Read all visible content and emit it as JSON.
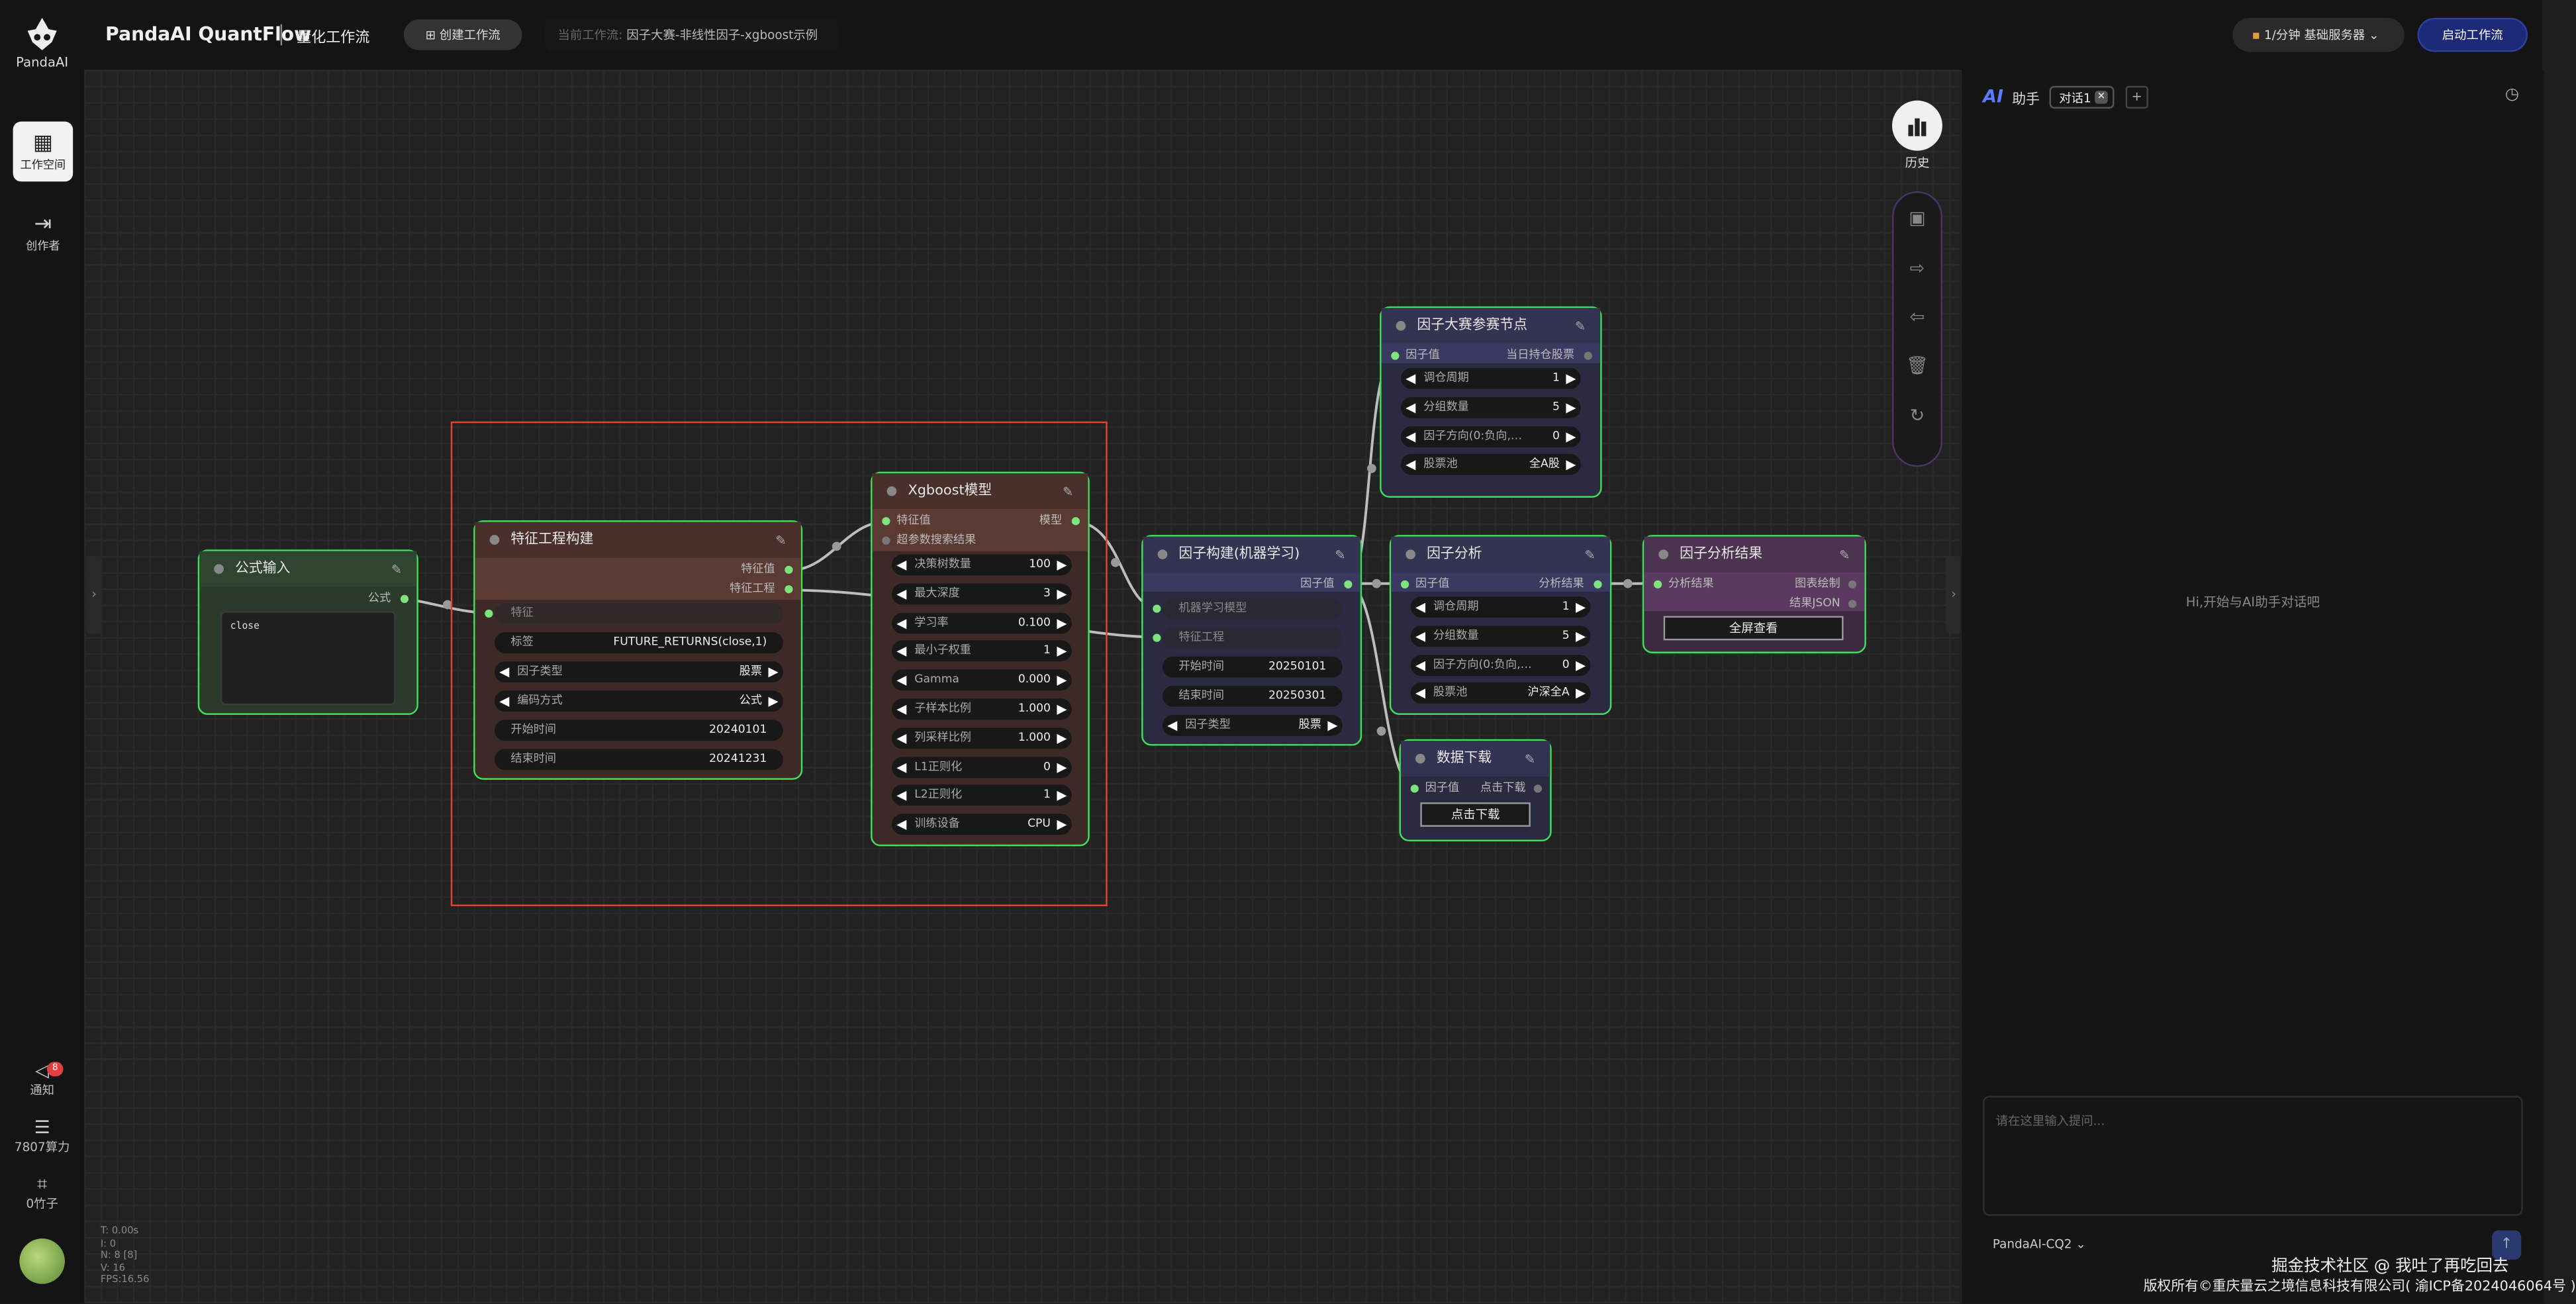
{
  "app": {
    "logo_text": "PandaAI",
    "title": "PandaAI QuantFlow",
    "subtitle": "量化工作流"
  },
  "topbar": {
    "create_label": "创建工作流",
    "current_key": "当前工作流:",
    "current_value": "因子大赛-非线性因子-xgboost示例",
    "server_label": "1/分钟  基础服务器",
    "start_label": "启动工作流"
  },
  "rail": {
    "workspace": "工作空间",
    "creator": "创作者",
    "notify": "通知",
    "notify_badge": "8",
    "compute": "7807算力",
    "bamboo": "0竹子"
  },
  "stats": [
    "T: 0.00s",
    "I: 0",
    "N: 8 [8]",
    "V: 16",
    "FPS:16.56"
  ],
  "toolbar": {
    "history": "历史"
  },
  "nodes": {
    "formula": {
      "title": "公式输入",
      "out": "公式",
      "text": "close"
    },
    "feature": {
      "title": "特征工程构建",
      "out1": "特征值",
      "out2": "特征工程",
      "in1": "特征",
      "tag_label": "标签",
      "tag_value": "FUTURE_RETURNS(close,1)",
      "ftype_label": "因子类型",
      "ftype_value": "股票",
      "enc_label": "编码方式",
      "enc_value": "公式",
      "start_label": "开始时间",
      "start_value": "20240101",
      "end_label": "结束时间",
      "end_value": "20241231"
    },
    "xgb": {
      "title": "Xgboost模型",
      "in1": "特征值",
      "in2": "超参数搜索结果",
      "out": "模型",
      "params": [
        {
          "label": "决策树数量",
          "value": "100"
        },
        {
          "label": "最大深度",
          "value": "3"
        },
        {
          "label": "学习率",
          "value": "0.100"
        },
        {
          "label": "最小子权重",
          "value": "1"
        },
        {
          "label": "Gamma",
          "value": "0.000"
        },
        {
          "label": "子样本比例",
          "value": "1.000"
        },
        {
          "label": "列采样比例",
          "value": "1.000"
        },
        {
          "label": "L1正则化",
          "value": "0"
        },
        {
          "label": "L2正则化",
          "value": "1"
        },
        {
          "label": "训练设备",
          "value": "CPU"
        }
      ]
    },
    "build": {
      "title": "因子构建(机器学习)",
      "out": "因子值",
      "in1": "机器学习模型",
      "in2": "特征工程",
      "start_label": "开始时间",
      "start_value": "20250101",
      "end_label": "结束时间",
      "end_value": "20250301",
      "ftype_label": "因子类型",
      "ftype_value": "股票"
    },
    "contest": {
      "title": "因子大赛参赛节点",
      "in": "因子值",
      "out": "当日持仓股票",
      "rows": [
        {
          "label": "调仓周期",
          "value": "1"
        },
        {
          "label": "分组数量",
          "value": "5"
        },
        {
          "label": "因子方向(0:负向,…",
          "value": "0"
        },
        {
          "label": "股票池",
          "value": "全A股"
        }
      ]
    },
    "analysis": {
      "title": "因子分析",
      "in": "因子值",
      "out": "分析结果",
      "rows": [
        {
          "label": "调仓周期",
          "value": "1"
        },
        {
          "label": "分组数量",
          "value": "5"
        },
        {
          "label": "因子方向(0:负向,…",
          "value": "0"
        },
        {
          "label": "股票池",
          "value": "沪深全A"
        }
      ]
    },
    "download": {
      "title": "数据下载",
      "in": "因子值",
      "out": "点击下载",
      "button": "点击下载"
    },
    "result": {
      "title": "因子分析结果",
      "in": "分析结果",
      "out1": "图表绘制",
      "out2": "结果JSON",
      "button": "全屏查看"
    }
  },
  "panel": {
    "ai_logo": "AI",
    "ai_label": "助手",
    "tab": "对话1",
    "hint": "Hi,开始与AI助手对话吧",
    "placeholder": "请在这里输入提问...",
    "model": "PandaAI-CQ2",
    "watermark": "掘金技术社区 @ 我吐了再吃回去",
    "copyright": "版权所有©重庆量云之境信息科技有限公司( 渝ICP备2024046064号 )"
  }
}
